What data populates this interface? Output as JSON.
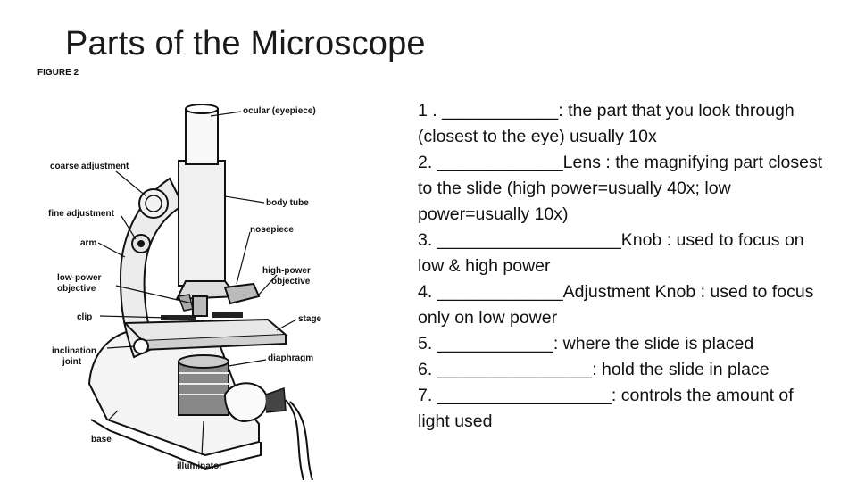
{
  "slide": {
    "title": "Parts of the Microscope"
  },
  "figure": {
    "caption": "FIGURE 2",
    "labels": {
      "ocular": "ocular (eyepiece)",
      "coarse": "coarse adjustment",
      "body_tube": "body tube",
      "fine": "fine adjustment",
      "nosepiece": "nosepiece",
      "arm": "arm",
      "high_power_1": "high-power",
      "high_power_2": "objective",
      "low_power_1": "low-power",
      "low_power_2": "objective",
      "clip": "clip",
      "stage": "stage",
      "inclination_1": "inclination",
      "inclination_2": "joint",
      "diaphragm": "diaphragm",
      "base": "base",
      "illuminator": "illuminator"
    }
  },
  "questions": [
    "1 . ____________: the part that you look through (closest to the eye) usually 10x",
    "2. _____________Lens : the magnifying part closest to the slide (high power=usually 40x; low power=usually 10x)",
    "3. ___________________Knob : used to focus on low & high power",
    "4. _____________Adjustment Knob : used to focus only on low power",
    "5. ____________: where the slide is placed",
    "6. ________________: hold the slide in place",
    "7. __________________: controls the amount of light used"
  ]
}
